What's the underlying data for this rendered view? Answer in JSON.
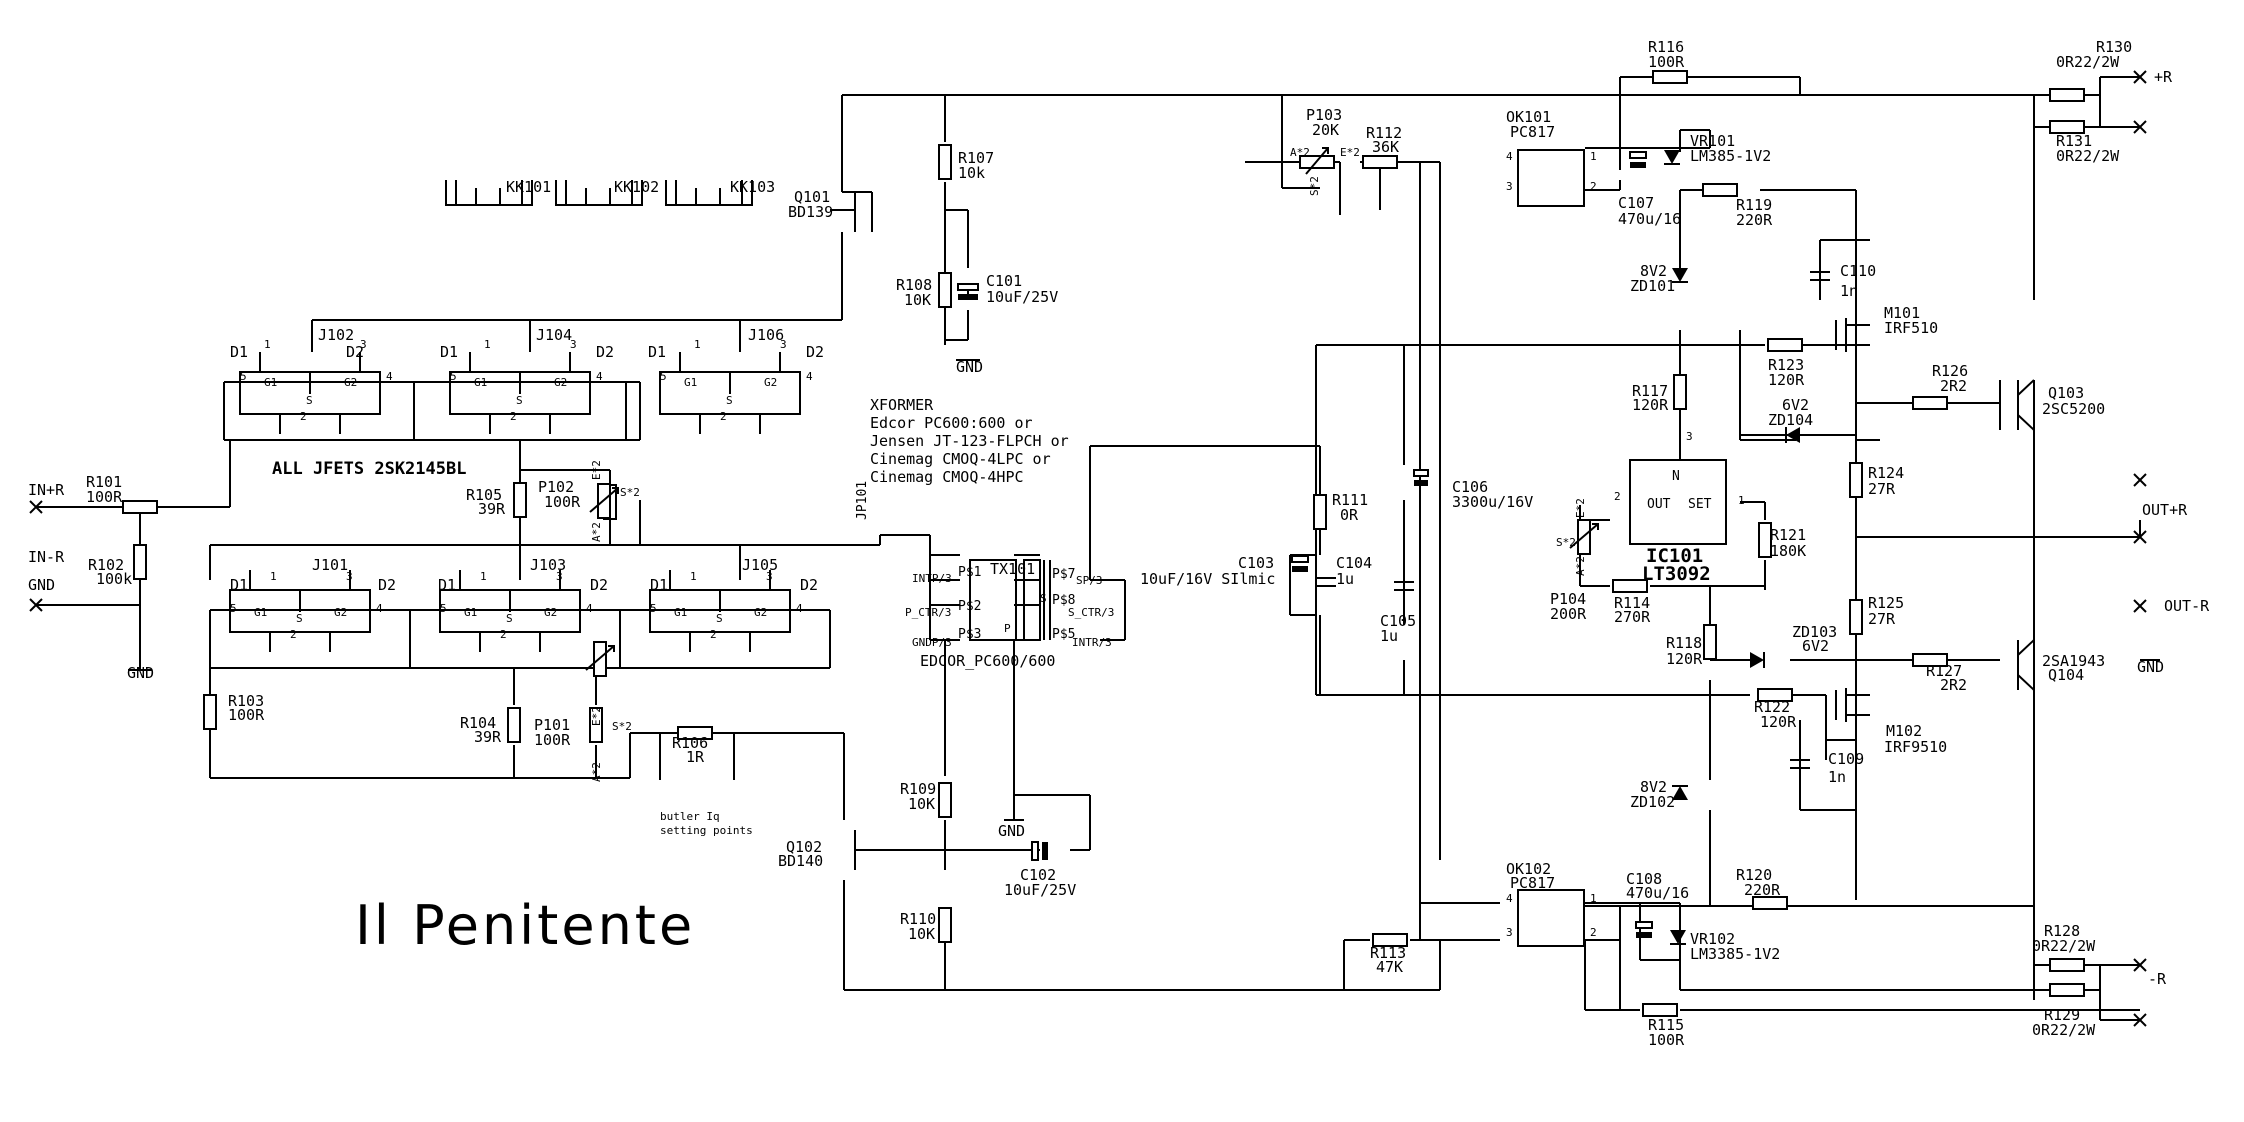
{
  "title": "Il Penitente",
  "jfet_note": "ALL JFETS 2SK2145BL",
  "xformer_note": [
    "XFORMER",
    "Edcor PC600:600 or",
    "Jensen JT-123-FLPCH or",
    "Cinemag CMOQ-4LPC or",
    "Cinemag CMOQ-4HPC"
  ],
  "bias_note": [
    "butler Iq",
    "setting points"
  ],
  "ports": {
    "in_r": "IN+R",
    "in_n": "IN-R",
    "gnd": "GND",
    "p_r": "+R",
    "n_r": "-R",
    "out_p": "OUT+R",
    "out_n": "OUT-R"
  },
  "heatsinks": [
    "KK101",
    "KK102",
    "KK103"
  ],
  "jfet": {
    "names": [
      "J102",
      "J104",
      "J106",
      "J101",
      "J103",
      "J105"
    ],
    "pins": [
      "D1",
      "D2",
      "S",
      "1",
      "2",
      "3",
      "4",
      "5",
      "G1",
      "G2"
    ]
  },
  "pot": {
    "a": "A*2",
    "e": "E*2",
    "s": "S*2"
  },
  "xfmr_pins": {
    "p1": "P$1",
    "p2": "P$2",
    "p3": "P$3",
    "p7": "P$7",
    "p8": "P$8",
    "p5": "P$5",
    "in_ctr": "P_CTR/3",
    "s_ctr": "S_CTR/3",
    "gnd3": "GNDP/3",
    "p": "P",
    "s": "S",
    "s_out": "SP/3",
    "intr": "INTP/3",
    "intr2": "INTR/3"
  },
  "ic_pins": {
    "out": "OUT",
    "set": "SET",
    "n": "N",
    "one": "1",
    "two": "2",
    "three": "3",
    "four": "4"
  },
  "parts": {
    "R101": [
      "R101",
      "100R"
    ],
    "R102": [
      "R102",
      "100k"
    ],
    "R103": [
      "R103",
      "100R"
    ],
    "R104": [
      "R104",
      "39R"
    ],
    "R105": [
      "R105",
      "39R"
    ],
    "P101": [
      "P101",
      "100R"
    ],
    "P102": [
      "P102",
      "100R"
    ],
    "R106": [
      "R106",
      "1R"
    ],
    "R107": [
      "R107",
      "10k"
    ],
    "R108": [
      "R108",
      "10K"
    ],
    "C101": [
      "C101",
      "10uF/25V"
    ],
    "Q101": [
      "Q101",
      "BD139"
    ],
    "Q102": [
      "Q102",
      "BD140"
    ],
    "R109": [
      "R109",
      "10K"
    ],
    "R110": [
      "R110",
      "10K"
    ],
    "C102": [
      "C102",
      "10uF/25V"
    ],
    "JP101": [
      "JP101",
      ""
    ],
    "TX101": [
      "TX101",
      "EDCOR_PC600/600"
    ],
    "R111": [
      "R111",
      "0R"
    ],
    "C103": [
      "C103",
      "10uF/16V SIlmic"
    ],
    "C104": [
      "C104",
      "1u"
    ],
    "C105": [
      "C105",
      "1u"
    ],
    "C106": [
      "C106",
      "3300u/16V"
    ],
    "P103": [
      "P103",
      "20K"
    ],
    "R112": [
      "R112",
      "36K"
    ],
    "R113": [
      "R113",
      "47K"
    ],
    "OK101": [
      "OK101",
      "PC817"
    ],
    "OK102": [
      "OK102",
      "PC817"
    ],
    "R116": [
      "R116",
      "100R"
    ],
    "R115": [
      "R115",
      "100R"
    ],
    "VR101": [
      "VR101",
      "LM385-1V2"
    ],
    "VR102": [
      "VR102",
      "LM3385-1V2"
    ],
    "C107": [
      "C107",
      "470u/16"
    ],
    "C108": [
      "C108",
      "470u/16"
    ],
    "R119": [
      "R119",
      "220R"
    ],
    "R120": [
      "R120",
      "220R"
    ],
    "ZD101": [
      "ZD101",
      "8V2"
    ],
    "ZD102": [
      "ZD102",
      "8V2"
    ],
    "R117": [
      "R117",
      "120R"
    ],
    "R118": [
      "R118",
      "120R"
    ],
    "IC101": [
      "IC101",
      "LT3092"
    ],
    "P104": [
      "P104",
      "200R"
    ],
    "R114": [
      "R114",
      "270R"
    ],
    "R121": [
      "R121",
      "180K"
    ],
    "C110": [
      "C110",
      "1n"
    ],
    "C109": [
      "C109",
      "1n"
    ],
    "M101": [
      "M101",
      "IRF510"
    ],
    "M102": [
      "M102",
      "IRF9510"
    ],
    "R123": [
      "R123",
      "120R"
    ],
    "R122": [
      "R122",
      "120R"
    ],
    "ZD104": [
      "ZD104",
      "6V2"
    ],
    "ZD103": [
      "ZD103",
      "6V2"
    ],
    "R126": [
      "R126",
      "2R2"
    ],
    "R127": [
      "R127",
      "2R2"
    ],
    "Q103": [
      "Q103",
      "2SC5200"
    ],
    "Q104": [
      "Q104",
      "2SA1943"
    ],
    "R124": [
      "R124",
      "27R"
    ],
    "R125": [
      "R125",
      "27R"
    ],
    "R130": [
      "R130",
      "0R22/2W"
    ],
    "R131": [
      "R131",
      "0R22/2W"
    ],
    "R128": [
      "R128",
      "0R22/2W"
    ],
    "R129": [
      "R129",
      "0R22/2W"
    ]
  }
}
